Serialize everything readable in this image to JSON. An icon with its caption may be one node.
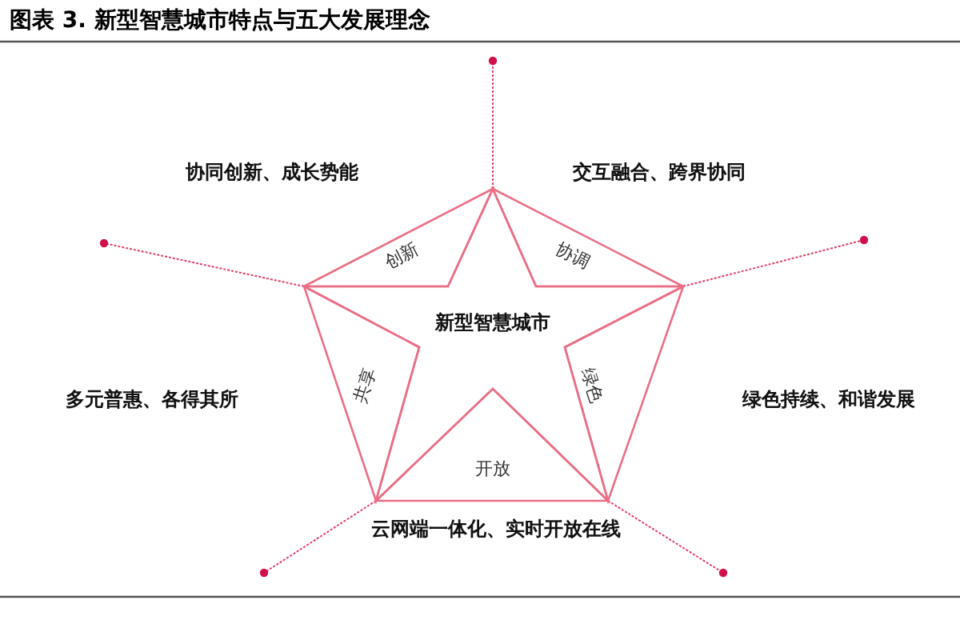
{
  "diagram": {
    "title": "图表 3. 新型智慧城市特点与五大发展理念",
    "nodes": [
      {
        "text": [
          "新型智慧城市"
        ]
      },
      {
        "text": [
          "创新"
        ]
      },
      {
        "text": [
          "协调"
        ]
      },
      {
        "text": [
          "绿色"
        ]
      },
      {
        "text": [
          "开放"
        ]
      },
      {
        "text": [
          "共享"
        ]
      }
    ],
    "labels": [
      "协同创新、成长势能",
      "交互融合、跨界协同",
      "多元普惠、各得其所",
      "绿色持续、和谐发展",
      "云网端一体化、实时开放在线"
    ]
  }
}
